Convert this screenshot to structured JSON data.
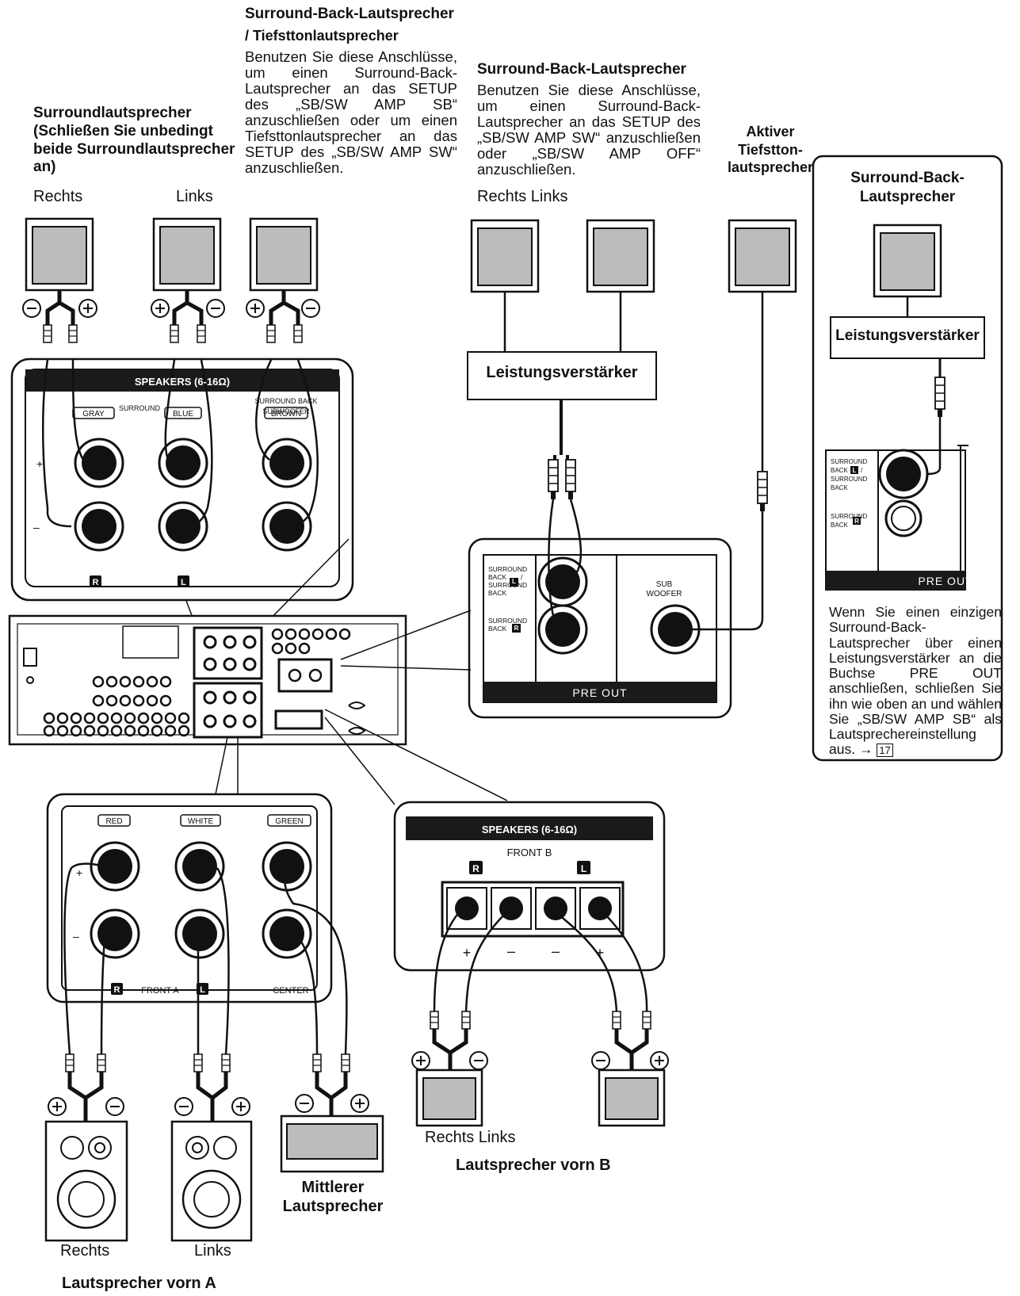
{
  "headings": {
    "sb_sw_title": "Surround-Back-Lautsprecher",
    "sb_sw_title2": "/ Tiefsttonlautsprecher",
    "sb_sw_text": "Benutzen Sie diese Anschlüsse, um einen Surround-Back-Lautsprecher an das SETUP des „SB/SW AMP SB“ anzuschließen oder um einen Tiefsttonlautsprecher an das SETUP des „SB/SW AMP SW“ anzuschließen.",
    "surround_title": "Surroundlautsprecher (Schließen Sie unbedingt beide Surroundlautsprecher an)",
    "sb_title": "Surround-Back-Lautsprecher",
    "sb_text": "Benutzen Sie diese Anschlüsse, um einen Surround-Back-Lautsprecher an das SETUP des „SB/SW AMP SW“ anzuschließen oder „SB/SW AMP OFF“ anzuschließen.",
    "active_sub": "Aktiver Tiefstton-lautsprecher",
    "sidebar_title": "Surround-Back-Lautsprecher",
    "sidebar_text": "Wenn Sie einen einzigen Surround-Back-Lautsprecher über einen Leistungsverstärker an die Buchse PRE OUT anschließen, schließen Sie ihn wie oben an und wählen Sie „SB/SW AMP SB“ als Lautsprechereinstellung aus. →",
    "sidebar_ref": "17"
  },
  "labels": {
    "rechts": "Rechts",
    "links": "Links",
    "rechts_links": "Rechts Links",
    "amp": "Leistungsverstärker",
    "front_a": "Lautsprecher vorn A",
    "front_b": "Lautsprecher vorn B",
    "center": "Mittlerer Lautsprecher"
  },
  "panels": {
    "speakers_top": "SPEAKERS (6-16Ω)",
    "surround": "SURROUND",
    "surround_back_sw1": "SURROUND BACK",
    "surround_back_sw2": "SUBWOOFER",
    "gray": "GRAY",
    "blue": "BLUE",
    "brown": "BROWN",
    "plus": "+",
    "minus": "–",
    "r": "R",
    "l": "L",
    "pre_out": "PRE OUT",
    "sb_l_a": "SURROUND",
    "sb_l_b": "BACK",
    "sb_l_c": "/",
    "sb_l_d": "SURROUND",
    "sb_l_e": "BACK",
    "sb_r_a": "SURROUND",
    "sb_r_b": "BACK",
    "sub_a": "SUB",
    "sub_b": "WOOFER",
    "red": "RED",
    "white": "WHITE",
    "green": "GREEN",
    "front_a": "FRONT A",
    "center": "CENTER",
    "speakers_b": "SPEAKERS (6-16Ω)",
    "front_b": "FRONT B"
  },
  "colors": {
    "ink": "#111111",
    "speaker_fill": "#bcbcbc",
    "panel_bar": "#1a1a1a"
  }
}
